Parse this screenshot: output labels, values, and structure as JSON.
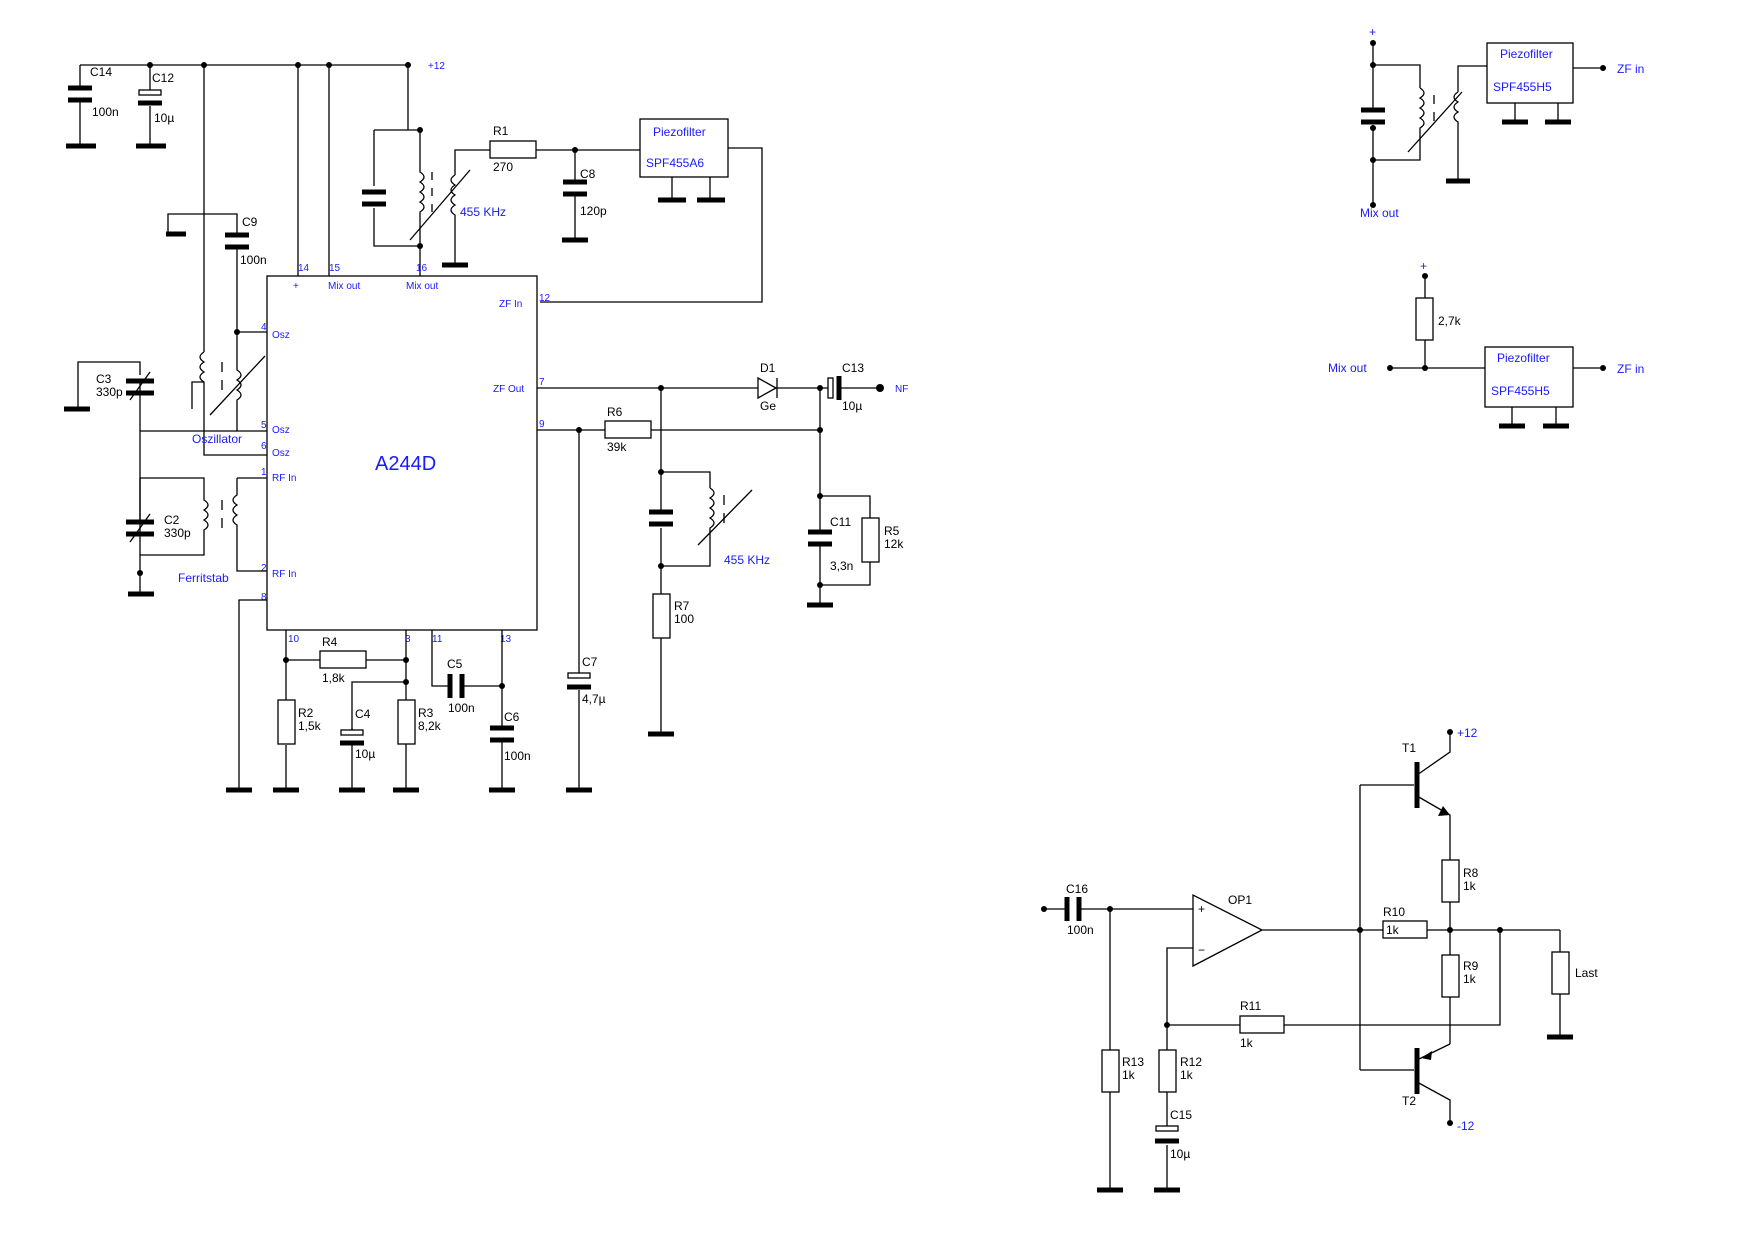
{
  "main_circuit": {
    "ic": {
      "name": "A244D",
      "pins": [
        "14",
        "15",
        "16",
        "12",
        "4",
        "5",
        "6",
        "1",
        "2",
        "8",
        "10",
        "3",
        "11",
        "13",
        "7",
        "9"
      ],
      "pin_labels": {
        "plus": "+",
        "mix_out": "Mix out",
        "zf_in": "ZF In",
        "osz": "Osz",
        "rf_in": "RF In",
        "zf_out": "ZF Out"
      }
    },
    "supply": "+12",
    "C14": {
      "ref": "C14",
      "val": "100n"
    },
    "C12": {
      "ref": "C12",
      "val": "10µ"
    },
    "C9": {
      "ref": "C9",
      "val": "100n"
    },
    "C3": {
      "ref": "C3",
      "val": "330p"
    },
    "C2": {
      "ref": "C2",
      "val": "330p"
    },
    "R1": {
      "ref": "R1",
      "val": "270"
    },
    "C8": {
      "ref": "C8",
      "val": "120p"
    },
    "filt": {
      "title": "Piezofilter",
      "part": "SPF455A6"
    },
    "if_coil": "455 KHz",
    "osc": "Oszillator",
    "ferrite": "Ferritstab",
    "D1": {
      "ref": "D1",
      "val": "Ge"
    },
    "C13": {
      "ref": "C13",
      "val": "10µ"
    },
    "nf": "NF",
    "R6": {
      "ref": "R6",
      "val": "39k"
    },
    "C11": {
      "ref": "C11",
      "val": "3,3n"
    },
    "R5": {
      "ref": "R5",
      "val": "12k"
    },
    "R7": {
      "ref": "R7",
      "val": "100"
    },
    "C7": {
      "ref": "C7",
      "val": "4,7µ"
    },
    "R4": {
      "ref": "R4",
      "val": "1,8k"
    },
    "R2": {
      "ref": "R2",
      "val": "1,5k"
    },
    "C4": {
      "ref": "C4",
      "val": "10µ"
    },
    "R3": {
      "ref": "R3",
      "val": "8,2k"
    },
    "C5": {
      "ref": "C5",
      "val": "100n"
    },
    "C6": {
      "ref": "C6",
      "val": "100n"
    }
  },
  "alt1": {
    "plus": "+",
    "filt_title": "Piezofilter",
    "filt_part": "SPF455H5",
    "zf": "ZF in",
    "mix": "Mix out"
  },
  "alt2": {
    "plus": "+",
    "res": "2,7k",
    "filt_title": "Piezofilter",
    "filt_part": "SPF455H5",
    "zf": "ZF in",
    "mix": "Mix out"
  },
  "amp": {
    "C16": {
      "ref": "C16",
      "val": "100n"
    },
    "OP1": "OP1",
    "T1": "T1",
    "T2": "T2",
    "pos": "+12",
    "neg": "-12",
    "R8": {
      "ref": "R8",
      "val": "1k"
    },
    "R9": {
      "ref": "R9",
      "val": "1k"
    },
    "R10": {
      "ref": "R10",
      "val": "1k"
    },
    "R11": {
      "ref": "R11",
      "val": "1k"
    },
    "R12": {
      "ref": "R12",
      "val": "1k"
    },
    "R13": {
      "ref": "R13",
      "val": "1k"
    },
    "C15": {
      "ref": "C15",
      "val": "10µ"
    },
    "load": "Last",
    "plus": "+",
    "minus": "−"
  },
  "colors": {
    "line": "#000000",
    "label_blue": "#1a1aff"
  }
}
